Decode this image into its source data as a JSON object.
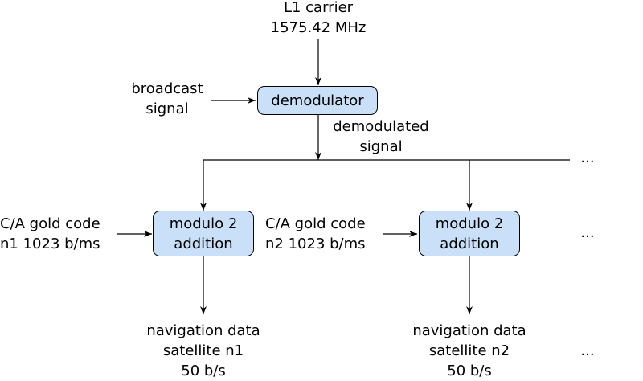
{
  "source": {
    "line1": "L1 carrier",
    "line2": "1575.42 MHz"
  },
  "broadcast": {
    "line1": "broadcast",
    "line2": "signal"
  },
  "demodulator": {
    "label": "demodulator"
  },
  "demodulated": {
    "line1": "demodulated",
    "line2": "signal"
  },
  "channels": [
    {
      "code": {
        "line1": "C/A gold code",
        "line2": "n1 1023 b/ms"
      },
      "adder": {
        "line1": "modulo 2",
        "line2": "addition"
      },
      "output": {
        "line1": "navigation data",
        "line2": "satellite n1",
        "line3": "50 b/s"
      }
    },
    {
      "code": {
        "line1": "C/A gold code",
        "line2": "n2 1023 b/ms"
      },
      "adder": {
        "line1": "modulo 2",
        "line2": "addition"
      },
      "output": {
        "line1": "navigation data",
        "line2": "satellite n2",
        "line3": "50 b/s"
      }
    }
  ],
  "ellipsis": "..."
}
